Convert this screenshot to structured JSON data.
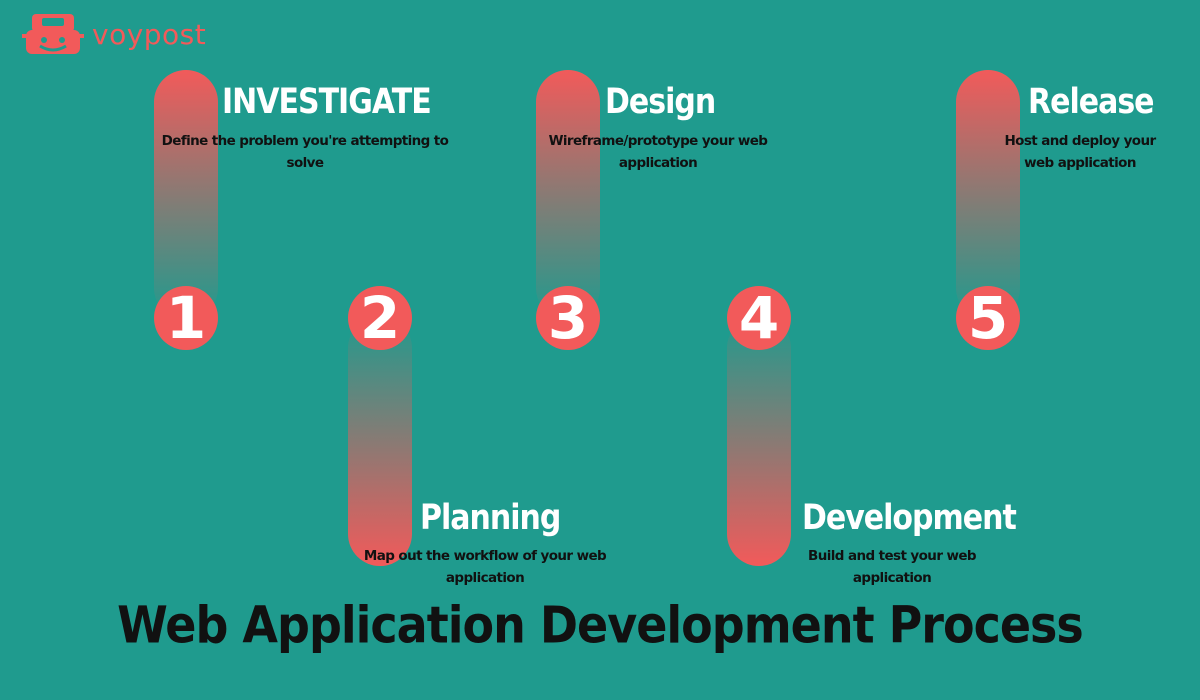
{
  "brand": {
    "name": "voypost",
    "color": "#f25a5a"
  },
  "colors": {
    "background": "#1f9b8e",
    "accent": "#f25a5a",
    "title_text": "#ffffff",
    "desc_text": "#111111"
  },
  "steps": [
    {
      "number": "1",
      "title": "INVESTIGATE",
      "description": "Define the problem you're attempting to solve"
    },
    {
      "number": "2",
      "title": "Planning",
      "description": "Map out the workflow of your web application"
    },
    {
      "number": "3",
      "title": "Design",
      "description": "Wireframe/prototype your web application"
    },
    {
      "number": "4",
      "title": "Development",
      "description": "Build and test your web application"
    },
    {
      "number": "5",
      "title": "Release",
      "description": "Host and deploy your web application"
    }
  ],
  "main_title": "Web Application Development Process"
}
